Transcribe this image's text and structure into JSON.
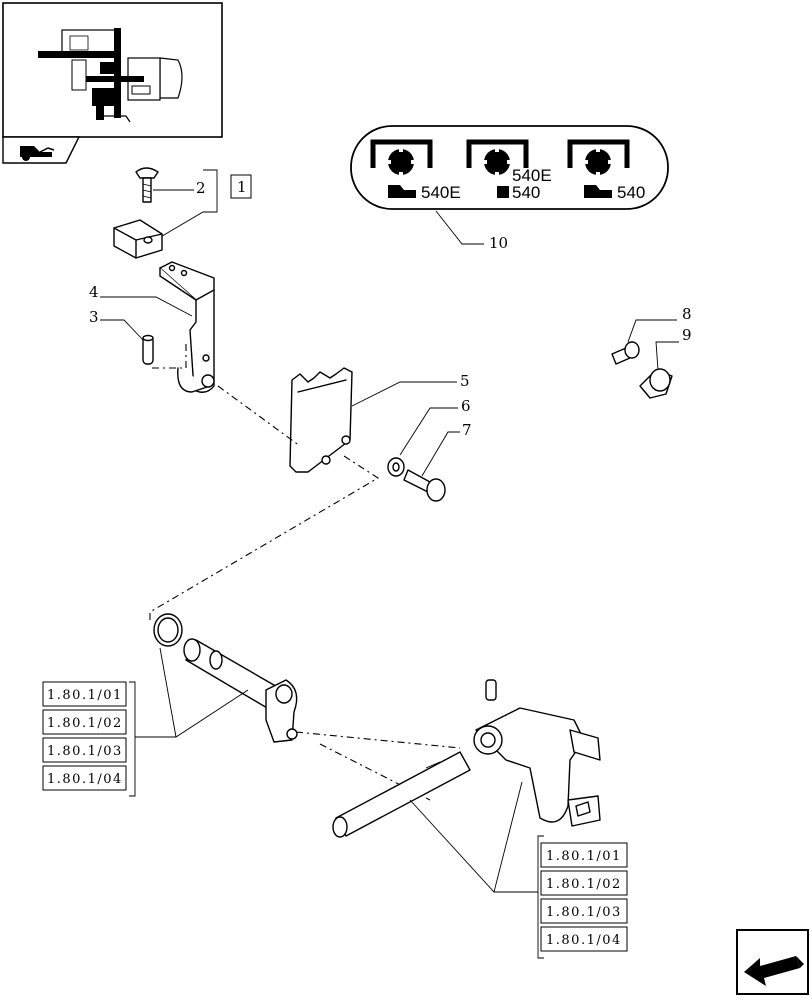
{
  "callouts": {
    "c1": "1",
    "c2": "2",
    "c3": "3",
    "c4": "4",
    "c5": "5",
    "c6": "6",
    "c7": "7",
    "c8": "8",
    "c9": "9",
    "c10": "10"
  },
  "pto_plate": {
    "left_label": "540E",
    "middle_top_label": "540E",
    "middle_bottom_label": "540",
    "right_label": "540"
  },
  "ref_group_left": [
    "1.80.1/01",
    "1.80.1/02",
    "1.80.1/03",
    "1.80.1/04"
  ],
  "ref_group_right": [
    "1.80.1/01",
    "1.80.1/02",
    "1.80.1/03",
    "1.80.1/04"
  ],
  "icons": {
    "thumbnail": "tractor-assembly-thumbnail",
    "corner_tab": "tractor-tab-icon",
    "navigation": "next-page-arrow-icon"
  }
}
